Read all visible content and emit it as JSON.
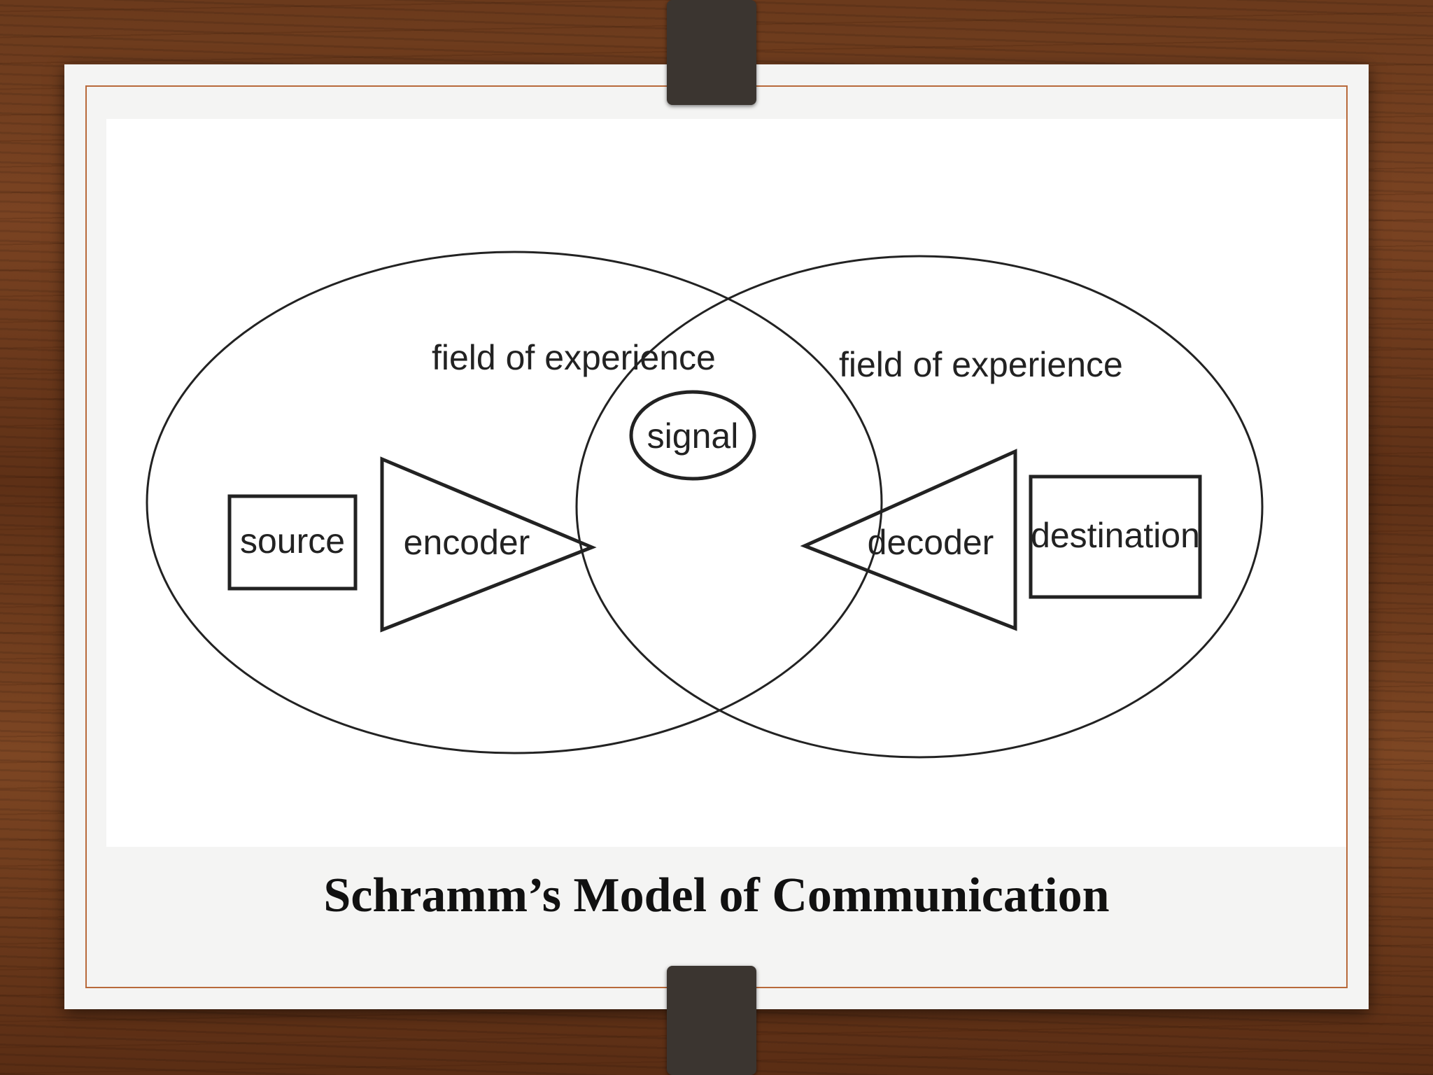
{
  "diagram": {
    "left_field_label": "field of experience",
    "right_field_label": "field of experience",
    "signal_label": "signal",
    "source_label": "source",
    "encoder_label": "encoder",
    "decoder_label": "decoder",
    "destination_label": "destination"
  },
  "caption": "Schramm’s Model of Communication",
  "colors": {
    "frame_border": "#b8693a",
    "pin": "#3b3530",
    "wood": "#6b3a1c"
  }
}
